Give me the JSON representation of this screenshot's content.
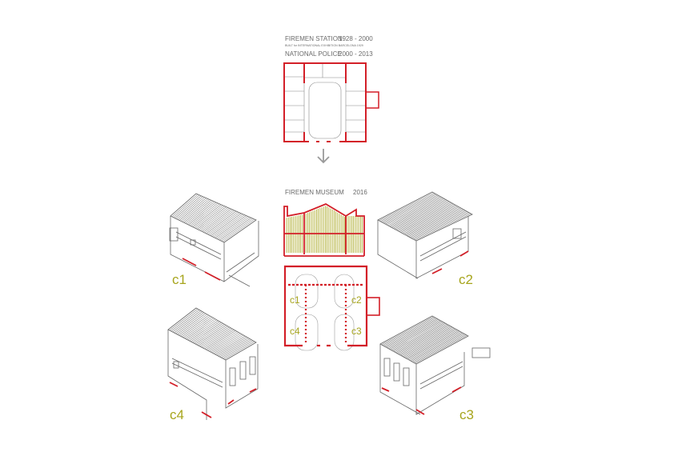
{
  "colors": {
    "outline": "#d31f28",
    "line": "#777777",
    "olive": "#a7a51d",
    "label": "#6b6b6b",
    "arrow": "#9a9a9a"
  },
  "top_plan": {
    "title_line1": "FIREMEN STATION",
    "years_line1": "1928 - 2000",
    "note": "BUILT for INTERNATIONAL EXHIBITION BARCELONA 1929",
    "title_line2": "NATIONAL POLICE",
    "years_line2": "2000 - 2013"
  },
  "museum": {
    "title": "FIREMEN MUSEUM",
    "year": "2016"
  },
  "plan_labels": {
    "c1": "c1",
    "c2": "c2",
    "c3": "c3",
    "c4": "c4"
  },
  "view_labels": {
    "c1": "c1",
    "c2": "c2",
    "c3": "c3",
    "c4": "c4"
  },
  "icons": {
    "arrow": "down-arrow-icon"
  }
}
